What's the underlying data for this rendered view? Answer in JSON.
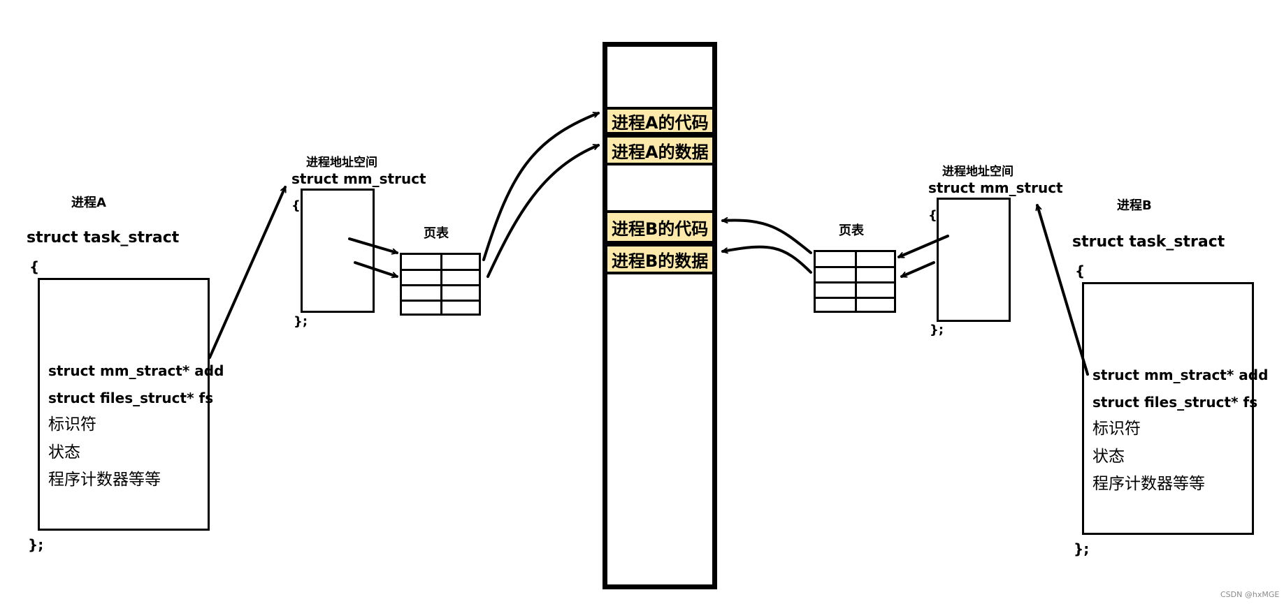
{
  "process_a": {
    "title": "进程A",
    "struct_header": "struct  task_stract",
    "open_brace": "{",
    "close_brace": "};",
    "fields_bold": [
      "struct mm_stract* add",
      "struct files_struct* fs"
    ],
    "fields": [
      "标识符",
      "状态",
      "程序计数器等等"
    ]
  },
  "mm_a": {
    "title": "进程地址空间",
    "struct_name": "struct mm_struct",
    "open_brace": "{",
    "close_brace": "};"
  },
  "page_table_a": {
    "label": "页表"
  },
  "memory": {
    "segments": [
      "进程A的代码",
      "进程A的数据",
      "进程B的代码",
      "进程B的数据"
    ]
  },
  "page_table_b": {
    "label": "页表"
  },
  "mm_b": {
    "title": "进程地址空间",
    "struct_name": "struct mm_struct",
    "open_brace": "{",
    "close_brace": "};"
  },
  "process_b": {
    "title": "进程B",
    "struct_header": "struct  task_stract",
    "open_brace": "{",
    "close_brace": "};",
    "fields_bold": [
      "struct mm_stract* add",
      "struct files_struct* fs"
    ],
    "fields": [
      "标识符",
      "状态",
      "程序计数器等等"
    ]
  },
  "watermark": "CSDN @hxMGE"
}
